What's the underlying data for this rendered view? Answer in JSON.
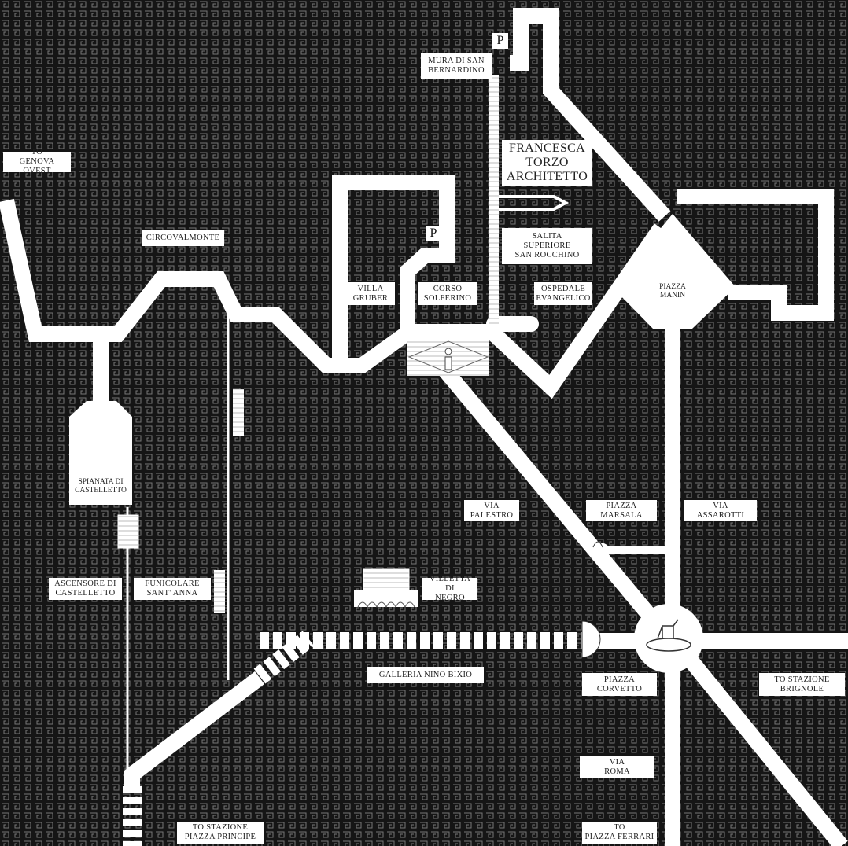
{
  "colors": {
    "background": "#151515",
    "roads": "#ffffff",
    "texture": "#8a8a8a"
  },
  "labels": {
    "genova_ovest": "TO\nGENOVA OVEST",
    "circovalmonte": "CIRCOVALMONTE",
    "mura": "MURA DI SAN\nBERNARDINO",
    "parking": "P",
    "architect": "FRANCESCA\nTORZO\nARCHITETTO",
    "salita": "SALITA\nSUPERIORE\nSAN ROCCHINO",
    "villa_gruber": "VILLA\nGRUBER",
    "corso_solferino": "CORSO\nSOLFERINO",
    "ospedale": "OSPEDALE\nEVANGELICO",
    "piazza_manin": "PIAZZA\nMANIN",
    "spianata": "SPIANATA DI\nCASTELLETTO",
    "via_palestro": "VIA\nPALESTRO",
    "piazza_marsala": "PIAZZA\nMARSALA",
    "via_assarotti": "VIA\nASSAROTTI",
    "ascensore": "ASCENSORE DI\nCASTELLETTO",
    "funicolare": "FUNICOLARE\nSANT' ANNA",
    "villetta": "VILLETTA DI\nNEGRO",
    "galleria": "GALLERIA NINO BIXIO",
    "piazza_corvetto": "PIAZZA\nCORVETTO",
    "brignole": "TO STAZIONE\nBRIGNOLE",
    "via_roma": "VIA\nROMA",
    "principe": "TO STAZIONE\nPIAZZA PRINCIPE",
    "ferrari": "TO\nPIAZZA FERRARI"
  },
  "icons": [
    "parking-icon",
    "info-icon",
    "fountain-icon",
    "equestrian-statue-icon",
    "villa-icon",
    "funicular-icon",
    "elevator-icon"
  ]
}
